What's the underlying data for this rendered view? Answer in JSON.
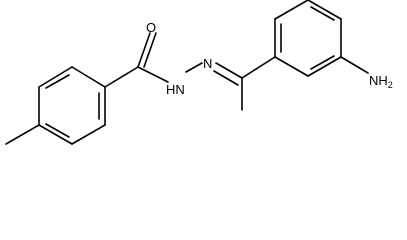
{
  "labels": {
    "oxygen": "O",
    "hydrazide_nh": "HN",
    "imine_n": "N",
    "amine": "NH",
    "amine_subscript": "2"
  },
  "colors": {
    "bond": "#000000",
    "label": "#000000"
  }
}
